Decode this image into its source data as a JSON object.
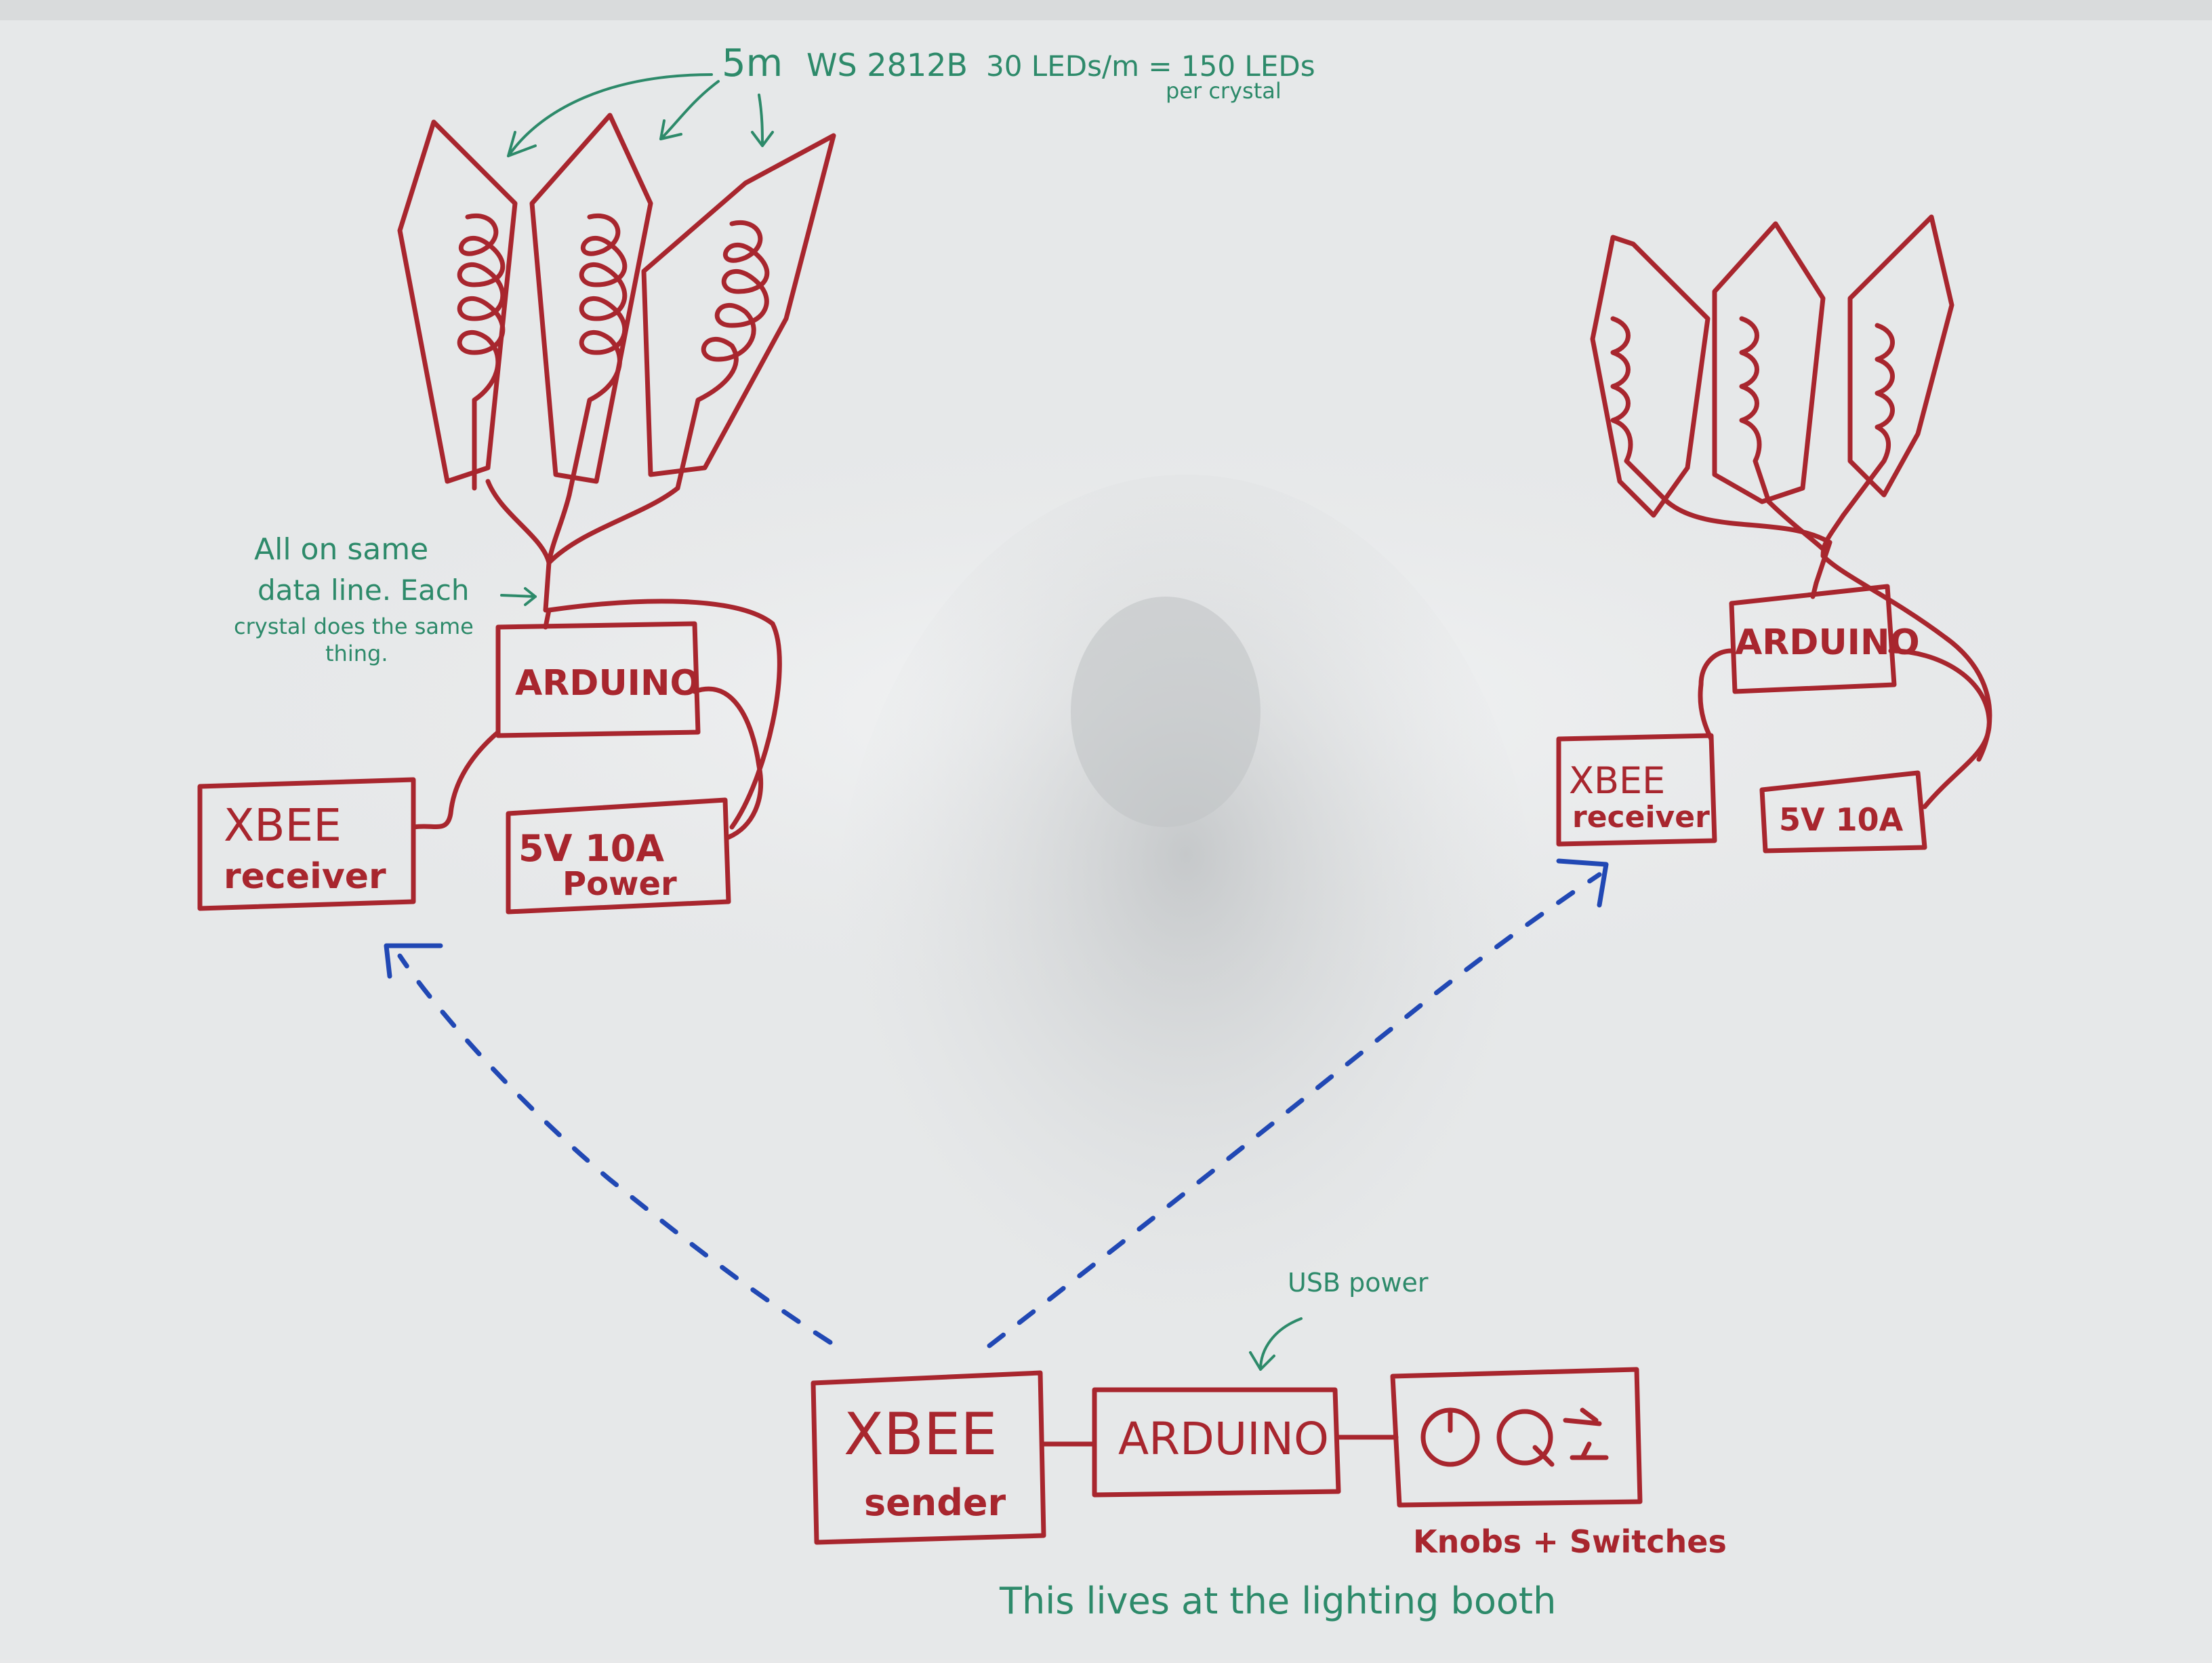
{
  "colors": {
    "board": "#e8e9ea",
    "marker_red": "#a8262e",
    "marker_green": "#2d8a6a",
    "marker_blue": "#2148b4"
  },
  "notes": {
    "strip_spec_a": "5m",
    "strip_spec_b": "WS 2812B",
    "strip_spec_c": "30 LEDs/m = 150 LEDs",
    "strip_spec_d": "per crystal",
    "data_line_1": "All on same",
    "data_line_2": "data line. Each",
    "data_line_3": "crystal does the same",
    "data_line_4": "thing.",
    "usb_power": "USB power",
    "booth": "This lives at the lighting booth"
  },
  "left_unit": {
    "arduino": "ARDUINO",
    "xbee_1": "XBEE",
    "xbee_2": "receiver",
    "power_1": "5V 10A",
    "power_2": "Power"
  },
  "right_unit": {
    "arduino": "ARDUINO",
    "xbee_1": "XBEE",
    "xbee_2": "receiver",
    "power": "5V 10A"
  },
  "sender_unit": {
    "xbee_1": "XBEE",
    "xbee_2": "sender",
    "arduino": "ARDUINO",
    "controls_label": "Knobs + Switches"
  }
}
